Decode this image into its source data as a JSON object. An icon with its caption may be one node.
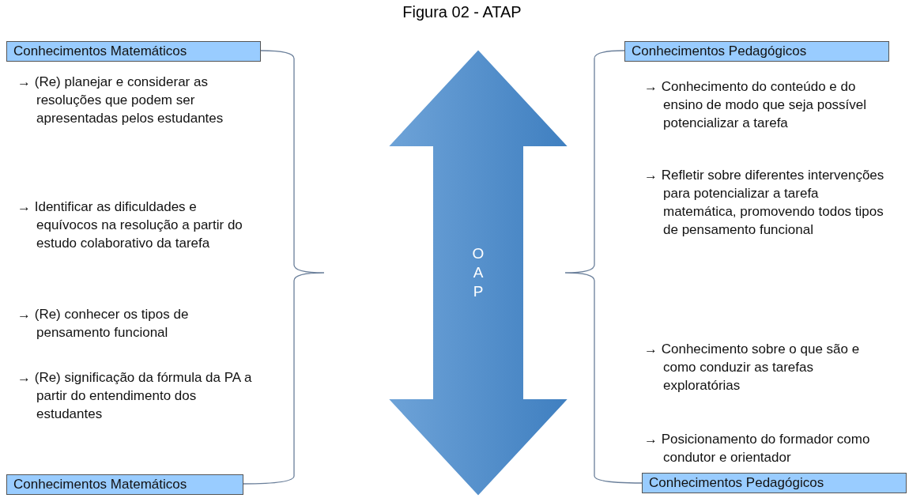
{
  "diagram": {
    "title": "Figura 02 - ATAP",
    "nodes": [
      {
        "text": [
          "Conhecimentos Matemáticos"
        ]
      },
      {
        "text": [
          "Conhecimentos Matemáticos"
        ]
      },
      {
        "text": [
          "O A P"
        ]
      },
      {
        "text": [
          "Conhecimentos Pedagógicos"
        ]
      },
      {
        "text": [
          "Conhecimentos Pedagógicos"
        ]
      }
    ],
    "labels": [
      "→ (Re) planejar e considerar as resoluções que podem ser apresentadas pelos estudantes",
      "→ Identificar as dificuldades e equívocos na resolução a partir do estudo colaborativo da tarefa",
      "→ (Re) conhecer os tipos de pensamento funcional",
      "→ (Re) significação da fórmula da PA a partir do entendimento dos estudantes",
      "→ Conhecimento do conteúdo e do ensino de modo que seja possível potencializar a tarefa",
      "→ Refletir sobre diferentes intervenções para potencializar a tarefa matemática, promovendo todos tipos de pensamento funcional",
      "→ Conhecimento sobre o que são e como conduzir as tarefas exploratórias",
      "→ Posicionamento do formador como condutor e orientador"
    ]
  }
}
